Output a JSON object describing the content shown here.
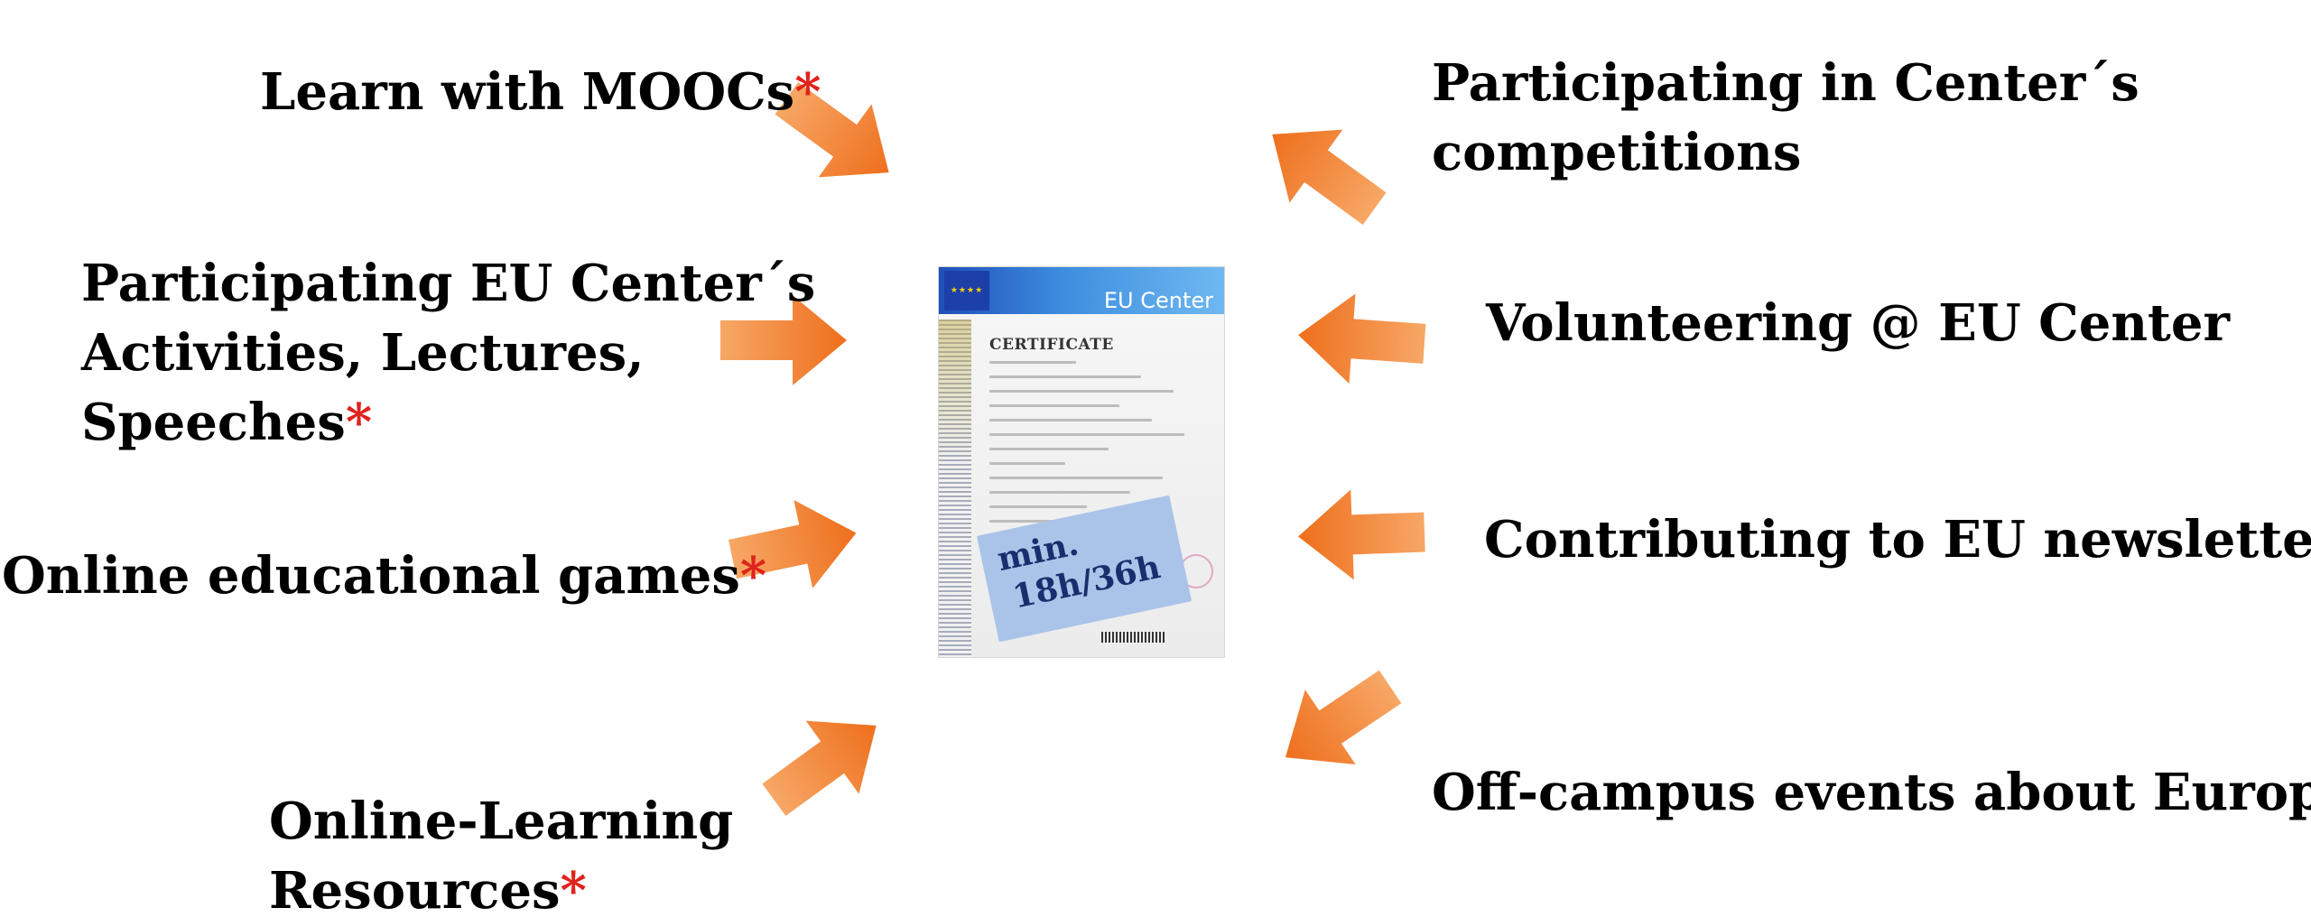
{
  "labels": {
    "moocs": {
      "text": "Learn with MOOCs",
      "star": "*"
    },
    "activities": {
      "line1": "Participating EU Center´s",
      "line2": "Activities, Lectures,",
      "line3": "Speeches",
      "star": "*"
    },
    "games": {
      "text": "Online educational games",
      "star": "*"
    },
    "resources": {
      "line1": "Online-Learning",
      "line2": "Resources",
      "star": "*"
    },
    "competitions": {
      "line1": "Participating in Center´s",
      "line2": "competitions"
    },
    "volunteering": {
      "text": "Volunteering @ EU Center"
    },
    "newsletter": {
      "text": "Contributing to EU newsletter"
    },
    "offcampus": {
      "text": "Off-campus events about Europe"
    }
  },
  "certificate": {
    "org": "EU Center",
    "title": "CERTIFICATE"
  },
  "stamp": {
    "line1": "min.",
    "line2": "18h/36h"
  },
  "colors": {
    "arrow": "#f07a2a",
    "star": "#e0231c",
    "stamp": "#a9c4e8",
    "stamp_text": "#1a2d6e"
  },
  "icons": {
    "arrow": "arrow-icon",
    "flag": "eu-flag-icon",
    "seal": "seal-icon"
  }
}
